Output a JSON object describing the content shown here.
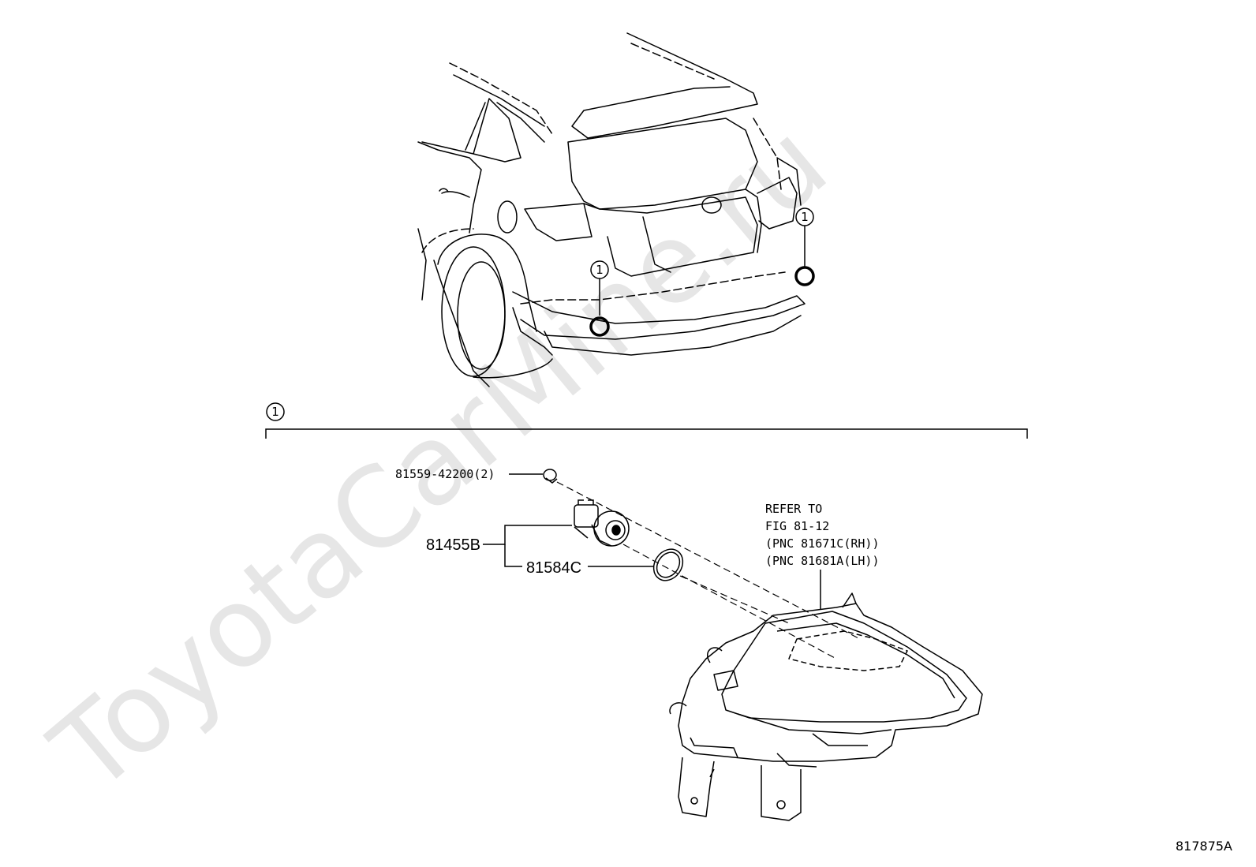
{
  "watermark": "ToyotaCarMine.ru",
  "callouts": {
    "ref_number": "1"
  },
  "parts": {
    "bulb_socket_clip": "81559-42200(2)",
    "socket_assembly": "81455B",
    "gasket": "81584C"
  },
  "refer_note": {
    "line1": "REFER TO",
    "line2": "FIG 81-12",
    "line3": "(PNC 81671C(RH))",
    "line4": "(PNC 81681A(LH))"
  },
  "figure_id": "817875A"
}
